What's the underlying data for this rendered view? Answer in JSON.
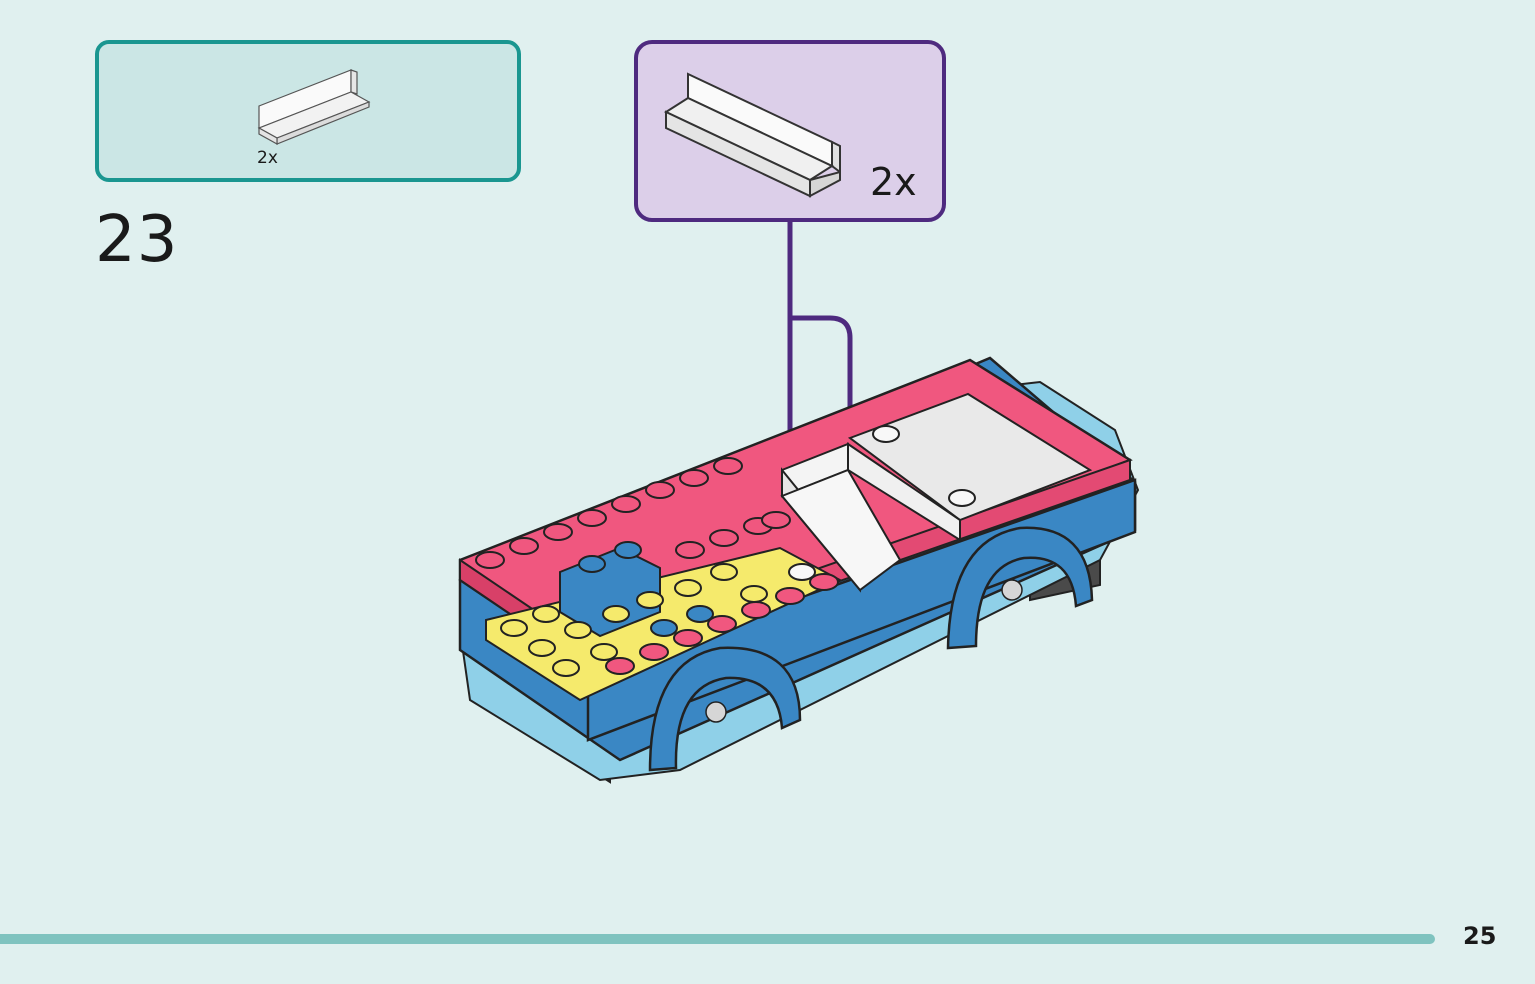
{
  "parts_list": {
    "quantity": "2x"
  },
  "step": {
    "number": "23"
  },
  "callout": {
    "quantity": "2x"
  },
  "footer": {
    "page_number": "25"
  },
  "colors": {
    "page_background": "#e0f0ef",
    "parts_box_border": "#1a9690",
    "callout_border": "#4e2a7f",
    "arrow": "#4e2a7f",
    "pink": "#f0577f",
    "blue": "#3a87c4",
    "yellow": "#f5ea6c",
    "white_part": "#f4f4f4"
  }
}
